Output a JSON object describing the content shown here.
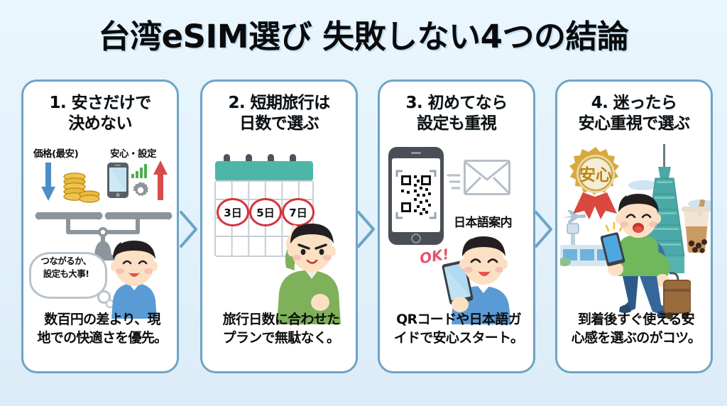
{
  "header": {
    "title": "台湾eSIM選び 失敗しない4つの結論"
  },
  "theme": {
    "page_background": "#e6f3fc",
    "card_border": "#6ea4c6",
    "card_background": "#ffffff",
    "arrow_color": "#6ea4c6",
    "text_color": "#0d0d0d",
    "accent_red": "#d94b4b",
    "accent_blue": "#4a8fc7",
    "accent_green": "#4caf50",
    "accent_teal": "#4db6a8",
    "accent_gold": "#d9a93c",
    "accent_pink": "#e8526c"
  },
  "cards": [
    {
      "number": "1.",
      "title_line1": "1. 安さだけで",
      "title_line2": "決めない",
      "caption_line1": "数百円の差より、現",
      "caption_line2": "地での快適さを優先。",
      "art": {
        "type": "balance-scale",
        "label_left": "価格(最安)",
        "label_right": "安心・設定",
        "bubble_line1": "つながるか、",
        "bubble_line2": "設定も大事!",
        "icons": [
          "down-arrow-icon",
          "coins-icon",
          "smartphone-icon",
          "signal-bars-icon",
          "gear-icon",
          "up-arrow-icon",
          "balance-scale-icon",
          "boy-avatar"
        ]
      }
    },
    {
      "number": "2.",
      "title_line1": "2. 短期旅行は",
      "title_line2": "日数で選ぶ",
      "caption_line1": "旅行日数に合わせた",
      "caption_line2": "プランで無駄なく。",
      "art": {
        "type": "calendar",
        "circled_days": [
          "3日",
          "5日",
          "7日"
        ],
        "icons": [
          "calendar-icon",
          "boy-pointing-avatar"
        ]
      }
    },
    {
      "number": "3.",
      "title_line1": "3. 初めてなら",
      "title_line2": "設定も重視",
      "caption_line1": "QRコードや日本語ガ",
      "caption_line2": "イドで安心スタート。",
      "art": {
        "type": "qr-setup",
        "label_guide": "日本語案内",
        "label_ok": "OK!",
        "icons": [
          "qr-code-phone-icon",
          "envelope-icon",
          "boy-holding-phone-avatar"
        ]
      }
    },
    {
      "number": "4.",
      "title_line1": "4. 迷ったら",
      "title_line2": "安心重視で選ぶ",
      "caption_line1": "到着後すぐ使える安",
      "caption_line2": "心感を選ぶのがコツ。",
      "art": {
        "type": "traveler-scene",
        "badge_label": "安心",
        "icons": [
          "award-badge-icon",
          "taipei-101-icon",
          "bubble-tea-icon",
          "airport-icon",
          "airplane-icon",
          "traveler-with-suitcase-avatar"
        ]
      }
    }
  ],
  "connectors": [
    {
      "name": "chevron-1-to-2",
      "glyph": "chevron-right-icon"
    },
    {
      "name": "chevron-2-to-3",
      "glyph": "chevron-right-icon"
    },
    {
      "name": "chevron-3-to-4",
      "glyph": "chevron-right-icon"
    }
  ]
}
